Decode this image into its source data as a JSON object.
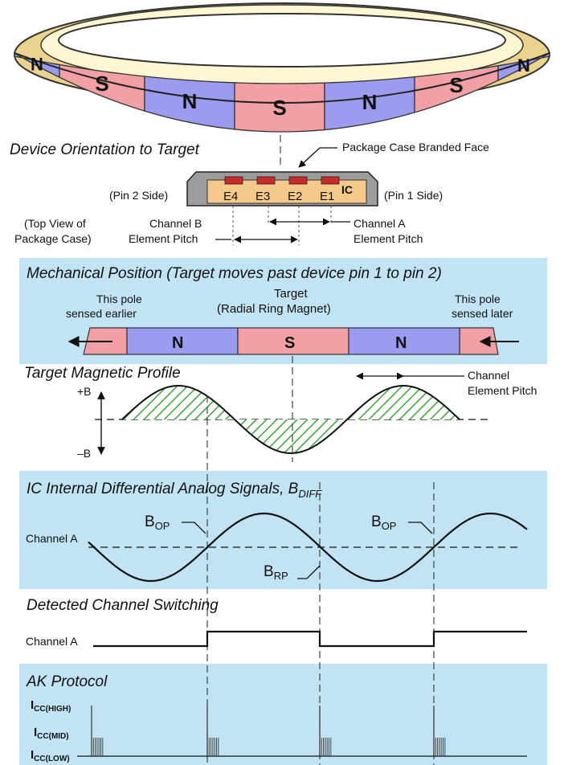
{
  "ring": {
    "poles": [
      "N",
      "S",
      "N",
      "S",
      "N",
      "S",
      "N"
    ]
  },
  "orientation": {
    "title": "Device Orientation to Target",
    "branded_face": "Package Case Branded Face",
    "pin2_side": "(Pin 2 Side)",
    "pin1_side": "(Pin 1 Side)",
    "elements": [
      "E4",
      "E3",
      "E2",
      "E1"
    ],
    "ic_label": "IC",
    "top_view_line1": "(Top View of",
    "top_view_line2": "Package Case)",
    "channel_b_line1": "Channel B",
    "channel_b_line2": "Element Pitch",
    "channel_a_line1": "Channel A",
    "channel_a_line2": "Element Pitch"
  },
  "mechanical": {
    "title": "Mechanical Position (Target moves past device pin 1 to pin 2)",
    "earlier_line1": "This pole",
    "earlier_line2": "sensed earlier",
    "target_line1": "Target",
    "target_line2": "(Radial Ring Magnet)",
    "later_line1": "This pole",
    "later_line2": "sensed later",
    "strip_poles": [
      "N",
      "S",
      "N"
    ]
  },
  "profile": {
    "title": "Target Magnetic Profile",
    "plus_b": "+B",
    "minus_b": "–B",
    "pitch_line1": "Channel",
    "pitch_line2": "Element Pitch"
  },
  "analog": {
    "title_main": "IC Internal Differential Analog Signals, B",
    "title_sub": "DIFF",
    "channel": "Channel A",
    "bop_main": "B",
    "bop_sub": "OP",
    "brp_main": "B",
    "brp_sub": "RP"
  },
  "switching": {
    "title": "Detected Channel Switching",
    "channel": "Channel A"
  },
  "protocol": {
    "title": "AK Protocol",
    "high_main": "I",
    "high_sub": "CC(HIGH)",
    "mid_main": "I",
    "mid_sub": "CC(MID)",
    "low_main": "I",
    "low_sub": "CC(LOW)"
  },
  "colors": {
    "north": "#9b9cf0",
    "south": "#f2a0a6",
    "panel": "#c2e3f3",
    "package": "#f5c98a",
    "element": "#cc2a2a",
    "hatch": "#44aa44"
  }
}
